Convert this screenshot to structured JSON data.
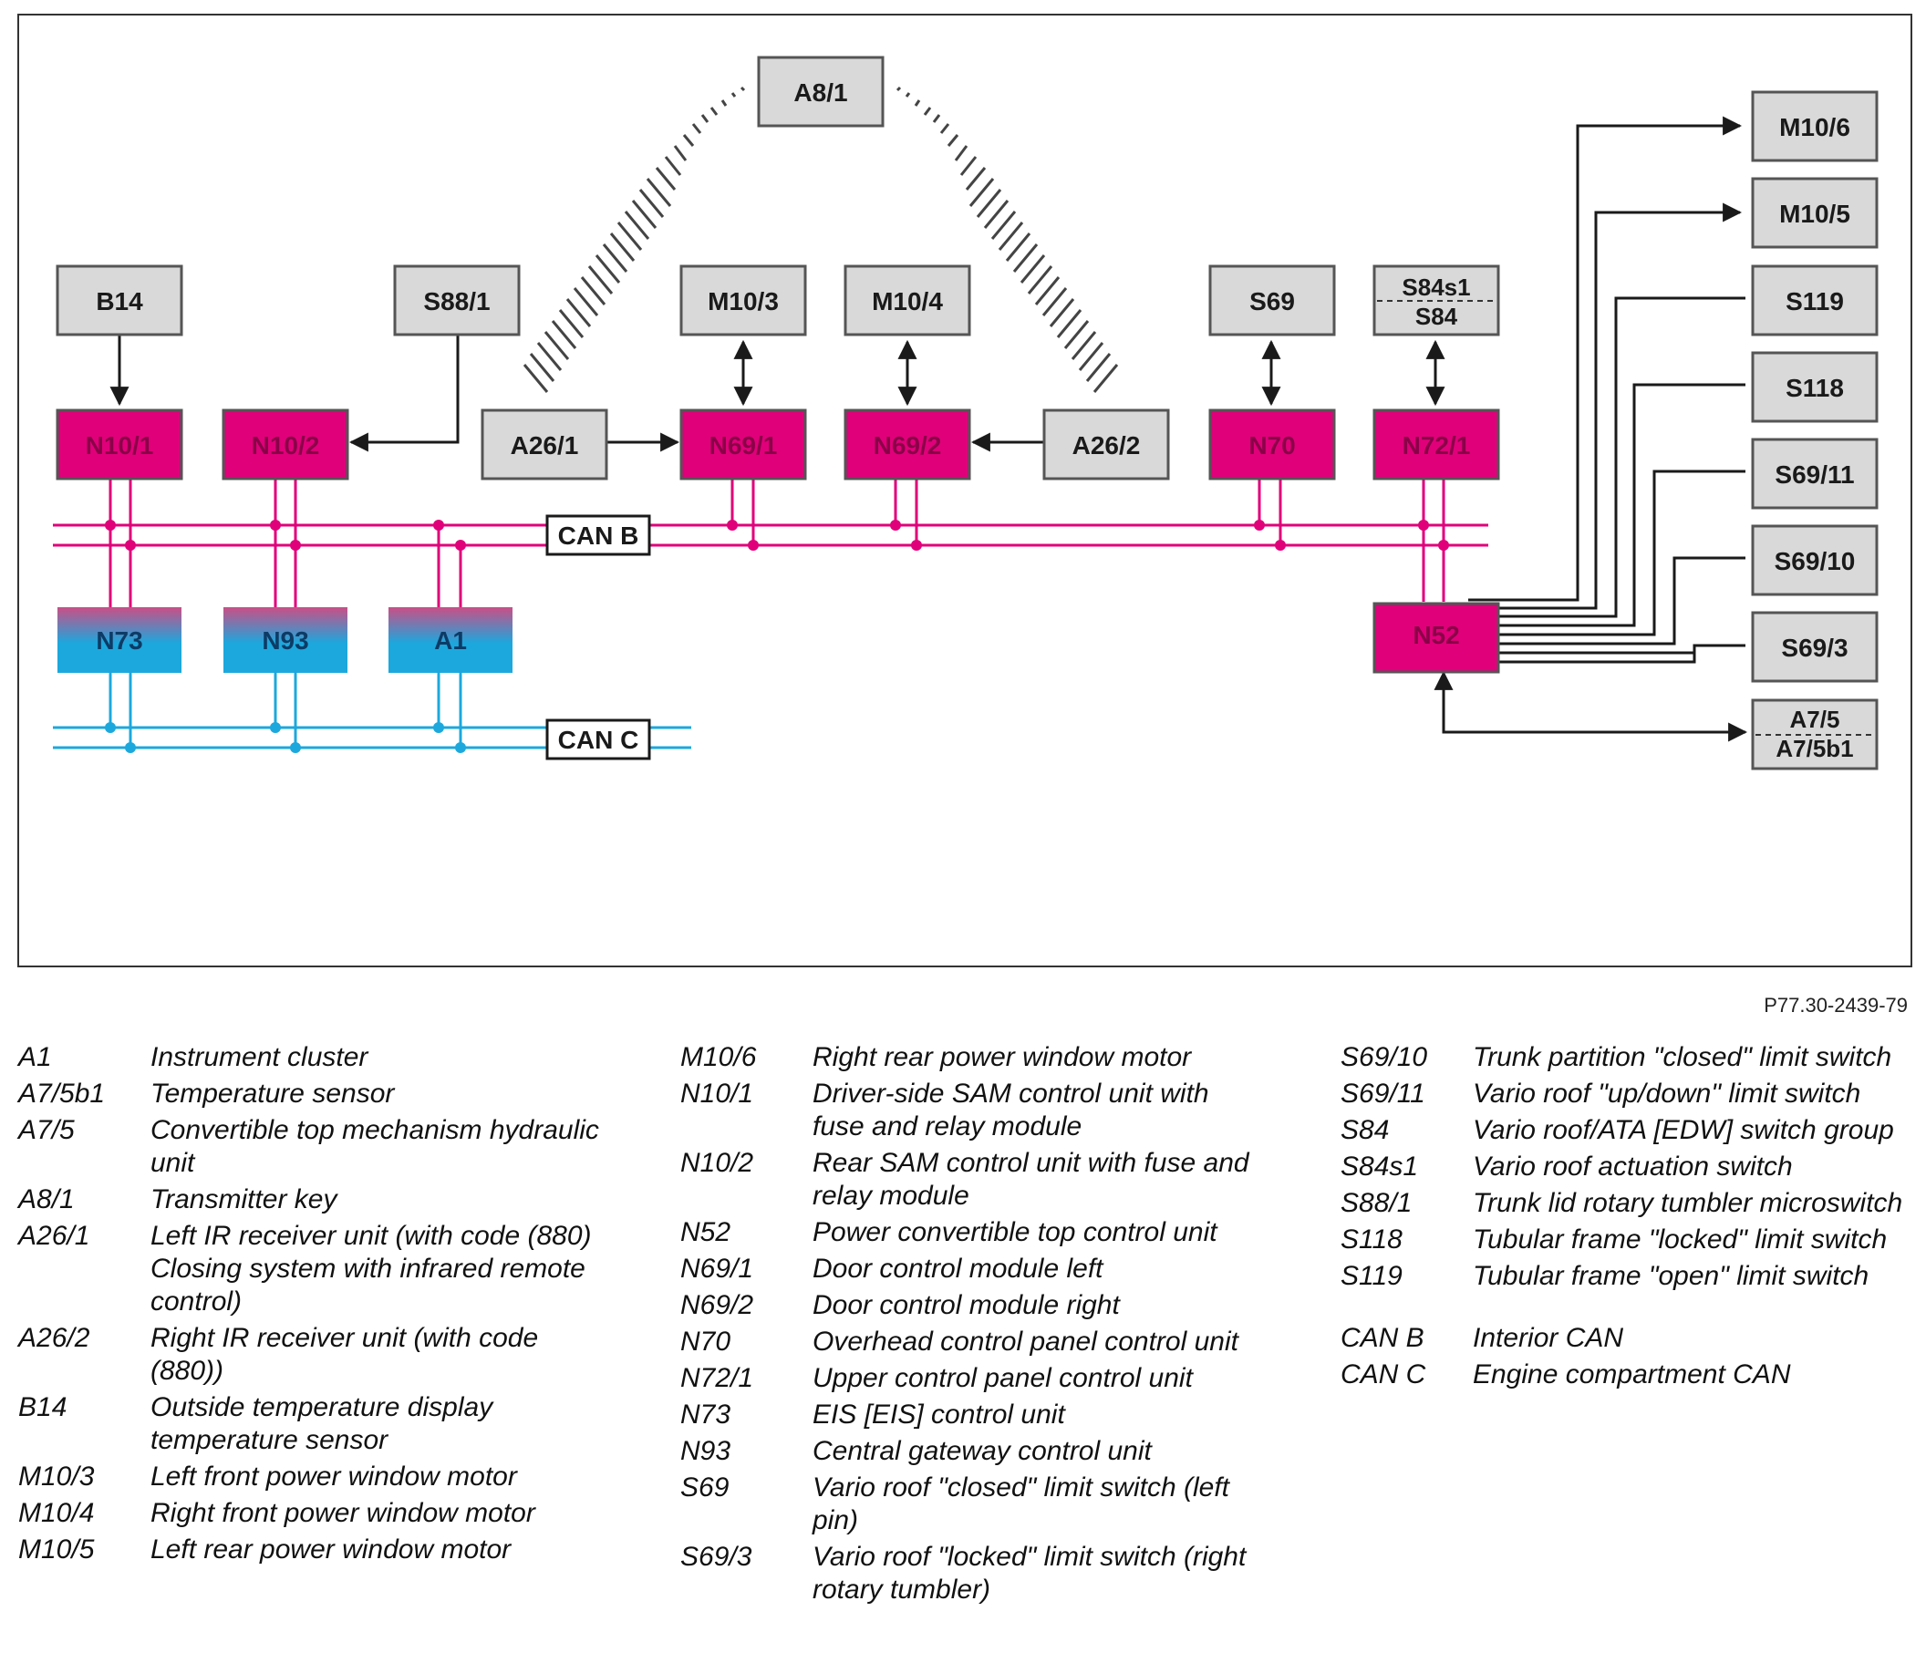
{
  "diagram": {
    "boxes": {
      "a8_1": "A8/1",
      "b14": "B14",
      "s88_1": "S88/1",
      "m10_3": "M10/3",
      "m10_4": "M10/4",
      "s69": "S69",
      "s84s1": "S84s1",
      "s84": "S84",
      "n10_1": "N10/1",
      "n10_2": "N10/2",
      "a26_1": "A26/1",
      "n69_1": "N69/1",
      "n69_2": "N69/2",
      "a26_2": "A26/2",
      "n70": "N70",
      "n72_1": "N72/1",
      "n73": "N73",
      "n93": "N93",
      "a1": "A1",
      "n52": "N52",
      "m10_6": "M10/6",
      "m10_5": "M10/5",
      "s119": "S119",
      "s118": "S118",
      "s69_11": "S69/11",
      "s69_10": "S69/10",
      "s69_3": "S69/3",
      "a7_5": "A7/5",
      "a7_5b1": "A7/5b1"
    },
    "bus_labels": {
      "can_b": "CAN B",
      "can_c": "CAN C"
    },
    "colors": {
      "module": "#e0007a",
      "box": "#d9d9d9",
      "can_b": "#e0007a",
      "can_c": "#1ca8dd",
      "line": "#1a1a1a"
    }
  },
  "figure_ref": "P77.30-2439-79",
  "legend": {
    "col1": [
      {
        "code": "A1",
        "desc": "Instrument cluster"
      },
      {
        "code": "A7/5b1",
        "desc": "Temperature sensor"
      },
      {
        "code": "A7/5",
        "desc": "Convertible top mechanism hydraulic unit"
      },
      {
        "code": "A8/1",
        "desc": "Transmitter key"
      },
      {
        "code": "A26/1",
        "desc": "Left IR receiver unit (with code (880) Closing system with infrared remote control)"
      },
      {
        "code": "A26/2",
        "desc": "Right IR receiver unit (with code (880))"
      },
      {
        "code": "B14",
        "desc": "Outside temperature display temperature sensor"
      },
      {
        "code": "M10/3",
        "desc": "Left front power window motor"
      },
      {
        "code": "M10/4",
        "desc": "Right front power window motor"
      },
      {
        "code": "M10/5",
        "desc": "Left rear power window motor"
      }
    ],
    "col2": [
      {
        "code": "M10/6",
        "desc": "Right rear power window motor"
      },
      {
        "code": "N10/1",
        "desc": "Driver-side SAM control unit with fuse and relay module"
      },
      {
        "code": "N10/2",
        "desc": "Rear SAM control unit with fuse and relay module"
      },
      {
        "code": "N52",
        "desc": "Power convertible top control unit"
      },
      {
        "code": "N69/1",
        "desc": "Door control module left"
      },
      {
        "code": "N69/2",
        "desc": "Door control module right"
      },
      {
        "code": "N70",
        "desc": "Overhead control panel control unit"
      },
      {
        "code": "N72/1",
        "desc": "Upper control panel control unit"
      },
      {
        "code": "N73",
        "desc": "EIS [EIS] control unit"
      },
      {
        "code": "N93",
        "desc": "Central gateway control unit"
      },
      {
        "code": "S69",
        "desc": "Vario roof \"closed\" limit switch (left pin)"
      },
      {
        "code": "S69/3",
        "desc": "Vario roof \"locked\" limit switch (right rotary tumbler)"
      }
    ],
    "col3": [
      {
        "code": "S69/10",
        "desc": "Trunk partition \"closed\" limit switch"
      },
      {
        "code": "S69/11",
        "desc": "Vario roof \"up/down\" limit switch"
      },
      {
        "code": "S84",
        "desc": "Vario roof/ATA [EDW] switch group"
      },
      {
        "code": "S84s1",
        "desc": "Vario roof actuation switch"
      },
      {
        "code": "S88/1",
        "desc": "Trunk lid rotary tumbler microswitch"
      },
      {
        "code": "S118",
        "desc": "Tubular frame \"locked\" limit switch"
      },
      {
        "code": "S119",
        "desc": "Tubular frame \"open\" limit switch"
      }
    ],
    "col3_bus": [
      {
        "code": "CAN B",
        "desc": "Interior CAN"
      },
      {
        "code": "CAN C",
        "desc": "Engine compartment CAN"
      }
    ]
  }
}
